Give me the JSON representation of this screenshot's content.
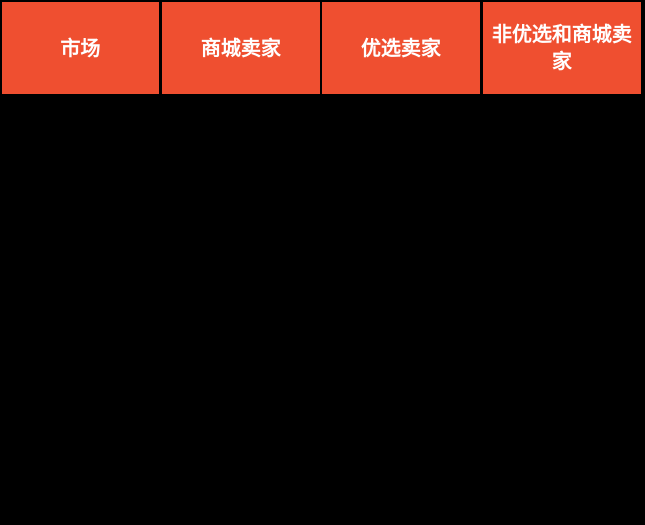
{
  "table": {
    "header_color": "#EF4F30",
    "columns": [
      {
        "label": "市场"
      },
      {
        "label": "商城卖家"
      },
      {
        "label": "优选卖家"
      },
      {
        "label": "非优选和商城卖家"
      }
    ],
    "rows": []
  }
}
